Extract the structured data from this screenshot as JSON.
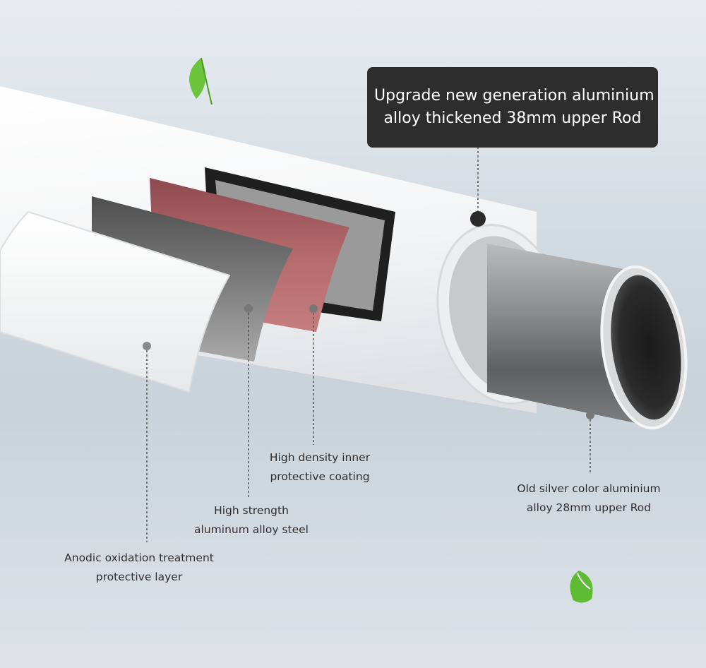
{
  "headline": {
    "line1": "Upgrade new generation aluminium",
    "line2": "alloy thickened 38mm upper Rod"
  },
  "labels": {
    "inner_coating": {
      "line1": "High density inner",
      "line2": "protective coating"
    },
    "alloy_steel": {
      "line1": "High strength",
      "line2": "aluminum alloy steel"
    },
    "anodic_layer": {
      "line1": "Anodic oxidation treatment",
      "line2": "protective layer"
    },
    "old_rod": {
      "line1": "Old silver color aluminium",
      "line2": "alloy 28mm upper Rod"
    }
  },
  "colors": {
    "background": "#d3dbe2",
    "callout": "#2d2d2d",
    "outer_tube": "#f6f7f8",
    "alloy_steel": "#6b6b6b",
    "inner_coating": "#b56a6d",
    "leaf": "#6cc43a"
  },
  "icons": [
    "leaf-icon",
    "leaf-icon"
  ]
}
